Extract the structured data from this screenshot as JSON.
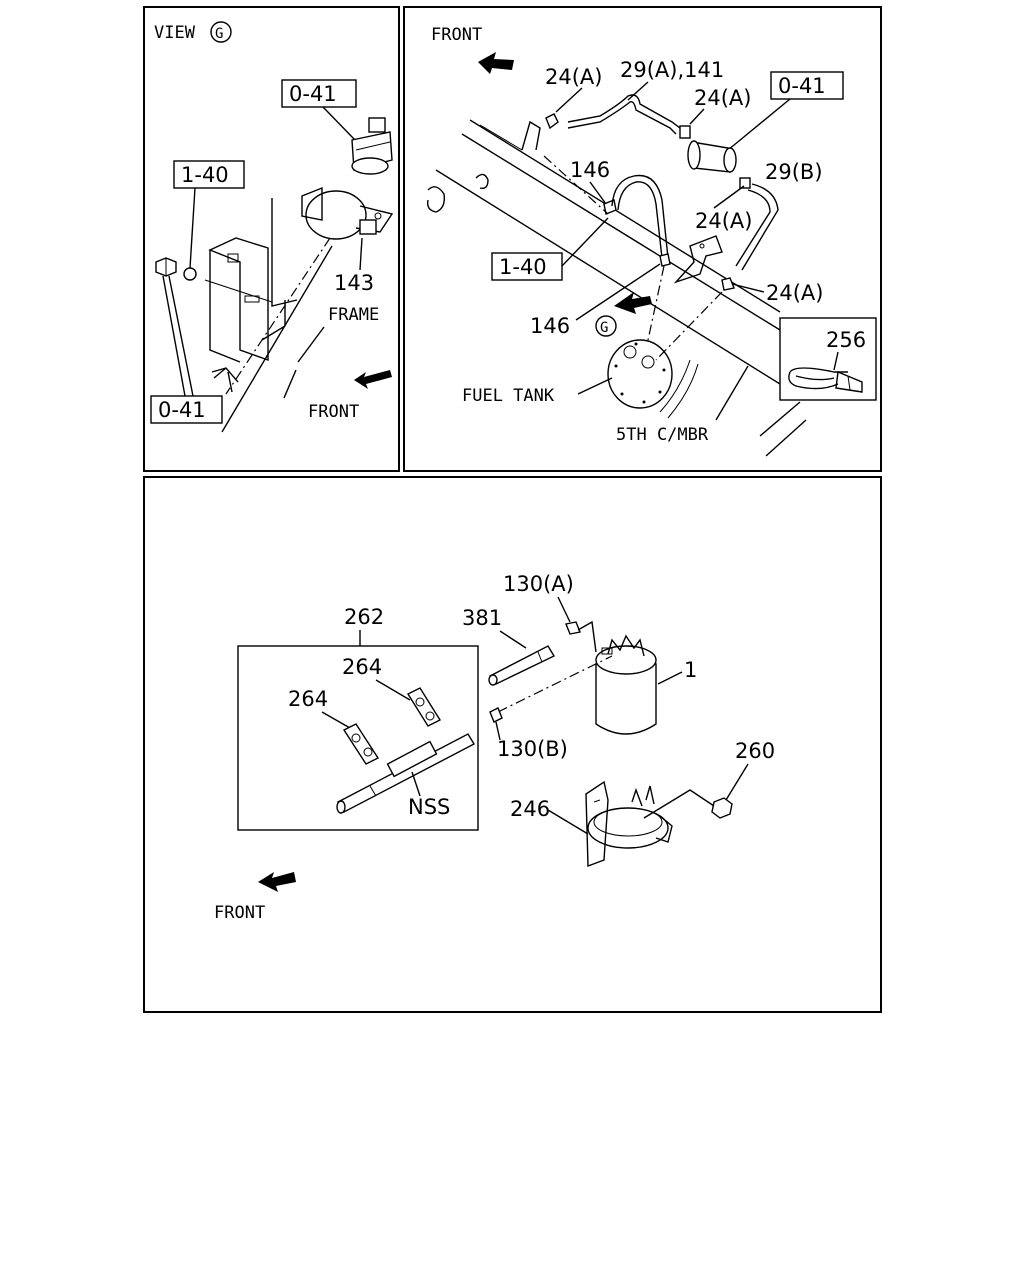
{
  "panel_view_g": {
    "view_label": "VIEW",
    "view_mark": "G",
    "box_top": "0-41",
    "box_mid": "1-40",
    "box_bottom": "0-41",
    "part_143": "143",
    "frame": "FRAME",
    "front": "FRONT"
  },
  "panel_tank": {
    "front": "FRONT",
    "hose_a": "29(A),141",
    "clip_1": "24(A)",
    "clip_2": "24(A)",
    "box_filter": "0-41",
    "hose_b": "29(B)",
    "clip_3": "24(A)",
    "clip_4": "24(A)",
    "clip_146_top": "146",
    "box_1_40": "1-40",
    "clip_146_bottom": "146",
    "view_mark": "G",
    "clamp_256": "256",
    "fuel_tank": "FUEL TANK",
    "crossmember": "5TH C/MBR"
  },
  "panel_canister": {
    "part_130a": "130(A)",
    "part_381": "381",
    "part_262": "262",
    "part_264_upper": "264",
    "part_264_lower": "264",
    "part_1": "1",
    "part_130b": "130(B)",
    "part_260": "260",
    "part_246": "246",
    "nss": "NSS",
    "front": "FRONT"
  }
}
